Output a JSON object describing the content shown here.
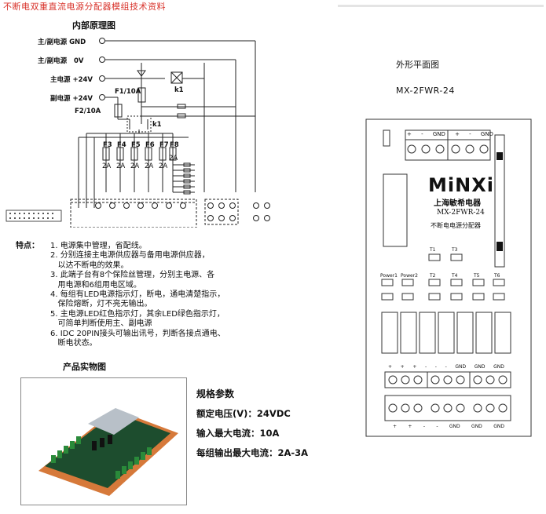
{
  "header": {
    "title": "不断电双重直流电源分配器模组技术资料"
  },
  "schematic": {
    "title": "内部原理图",
    "inputs": [
      {
        "name": "主/副电源",
        "terminal": "GND"
      },
      {
        "name": "主/副电源",
        "terminal": "0V"
      },
      {
        "name": "主电源",
        "terminal": "+24V"
      },
      {
        "name": "副电源",
        "terminal": "+24V"
      }
    ],
    "fuse_main": "F1/10A",
    "fuse_sub": "F2/10A",
    "relay": "k1",
    "relay2": "k1",
    "fuses": [
      "F3",
      "F4",
      "F5",
      "F6",
      "F7",
      "F8"
    ],
    "fuse_rating": "2A"
  },
  "features": {
    "lead": "特点：",
    "items": [
      "1. 电源集中管理，省配线。",
      "2. 分别连接主电源供应器与备用电源供应器，",
      "   以达不断电的效果。",
      "3. 此端子台有8个保险丝管理，分别主电源、各",
      "   用电源和6组用电区域。",
      "4. 每组有LED电源指示灯，断电，通电清楚指示，",
      "   保险熔断，灯不亮无输出。",
      "5. 主电源LED红色指示灯，其余LED绿色指示灯，",
      "   可简单判断使用主、副电源",
      "6. IDC 20PIN接头可输出讯号，判断各接点通电、",
      "   断电状态。"
    ]
  },
  "product": {
    "title": "产品实物图"
  },
  "specs": {
    "title": "规格参数",
    "rated_voltage": "额定电压(V)：24VDC",
    "max_input": "输入最大电流：10A",
    "max_output": "每组输出最大电流：2A-3A"
  },
  "outline": {
    "title": "外形平面图",
    "model": "MX-2FWR-24",
    "brand": "MiNXi",
    "company": "上海敏希电器",
    "board_model": "MX-2FWR-24",
    "board_desc": "不断电电源分配器",
    "top_terms": [
      "+",
      "-",
      "GND",
      "+",
      "-",
      "GND"
    ],
    "led_T": [
      "T1",
      "T3"
    ],
    "led_row": [
      "Power1",
      "Power2",
      "T2",
      "T4",
      "T5",
      "T6"
    ],
    "bottom_terms_top": [
      "+",
      "+",
      "+",
      "-",
      "-",
      "-",
      "GND",
      "GND",
      "GND"
    ],
    "bottom_terms_bot": [
      "+",
      "+",
      "-",
      "-",
      "GND",
      "GND",
      "GND"
    ]
  }
}
